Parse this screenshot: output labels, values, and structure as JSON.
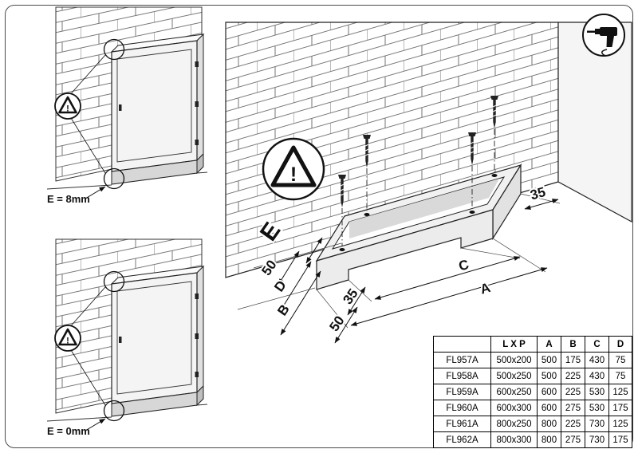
{
  "icons": {
    "header_tool": "drill-icon",
    "safety": "warning-triangle-icon"
  },
  "left_panel": {
    "top_figure": {
      "gap_label": "E = 8mm",
      "warning_mark": "!"
    },
    "bottom_figure": {
      "gap_label": "E = 0mm",
      "warning_mark": "!"
    }
  },
  "main_figure": {
    "warning_mark": "!",
    "dims": {
      "e": "E",
      "offset_side_50": "50",
      "d": "D",
      "b": "B",
      "front_35": "35",
      "front_50": "50",
      "c": "C",
      "a": "A",
      "back_35": "35"
    }
  },
  "table": {
    "headers": [
      "",
      "L X P",
      "A",
      "B",
      "C",
      "D"
    ],
    "rows": [
      {
        "code": "FL957A",
        "lxp": "500x200",
        "a": "500",
        "b": "175",
        "c": "430",
        "d": "75"
      },
      {
        "code": "FL958A",
        "lxp": "500x250",
        "a": "500",
        "b": "225",
        "c": "430",
        "d": "75"
      },
      {
        "code": "FL959A",
        "lxp": "600x250",
        "a": "600",
        "b": "225",
        "c": "530",
        "d": "125"
      },
      {
        "code": "FL960A",
        "lxp": "600x300",
        "a": "600",
        "b": "275",
        "c": "530",
        "d": "175"
      },
      {
        "code": "FL961A",
        "lxp": "800x250",
        "a": "800",
        "b": "225",
        "c": "730",
        "d": "125"
      },
      {
        "code": "FL962A",
        "lxp": "800x300",
        "a": "800",
        "b": "275",
        "c": "730",
        "d": "175"
      }
    ]
  }
}
